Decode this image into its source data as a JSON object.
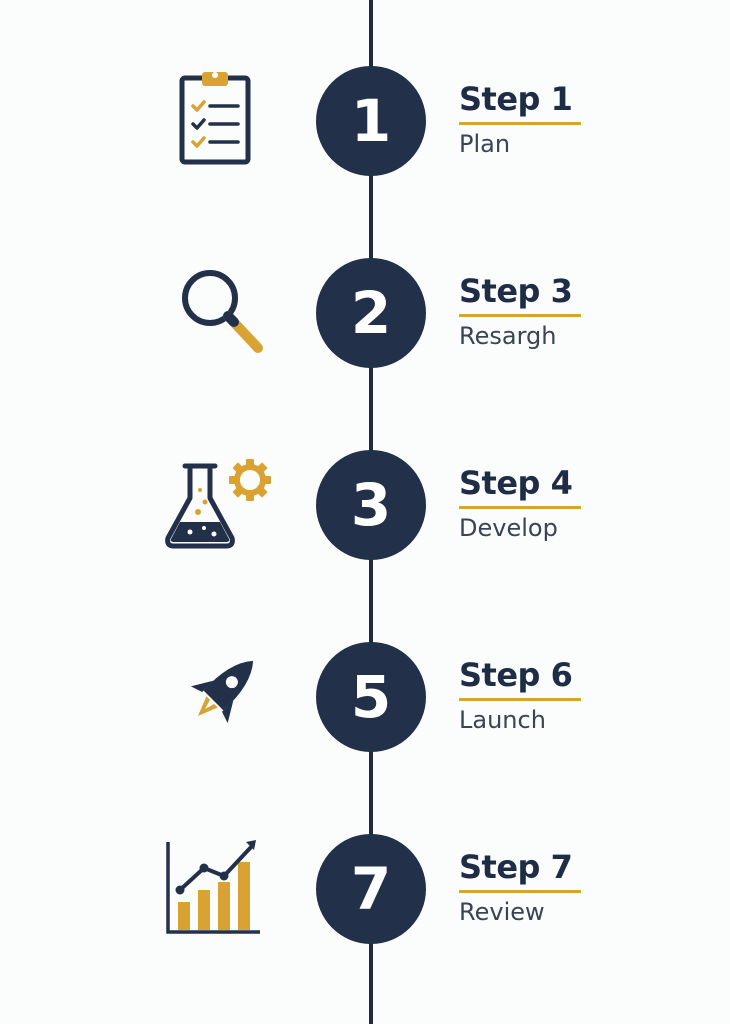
{
  "colors": {
    "navy": "#233049",
    "gold": "#d9a334",
    "text": "#1f2c45",
    "subtext": "#3b4354",
    "background": "#fbfcfc"
  },
  "steps": [
    {
      "number": "1",
      "title": "Step 1",
      "subtitle": "Plan",
      "icon": "clipboard-checklist-icon"
    },
    {
      "number": "2",
      "title": "Step 3",
      "subtitle": "Resargh",
      "icon": "magnifying-glass-icon"
    },
    {
      "number": "3",
      "title": "Step 4",
      "subtitle": "Develop",
      "icon": "flask-gear-icon"
    },
    {
      "number": "5",
      "title": "Step 6",
      "subtitle": "Launch",
      "icon": "rocket-icon"
    },
    {
      "number": "7",
      "title": "Step 7",
      "subtitle": "Review",
      "icon": "growth-chart-icon"
    }
  ]
}
